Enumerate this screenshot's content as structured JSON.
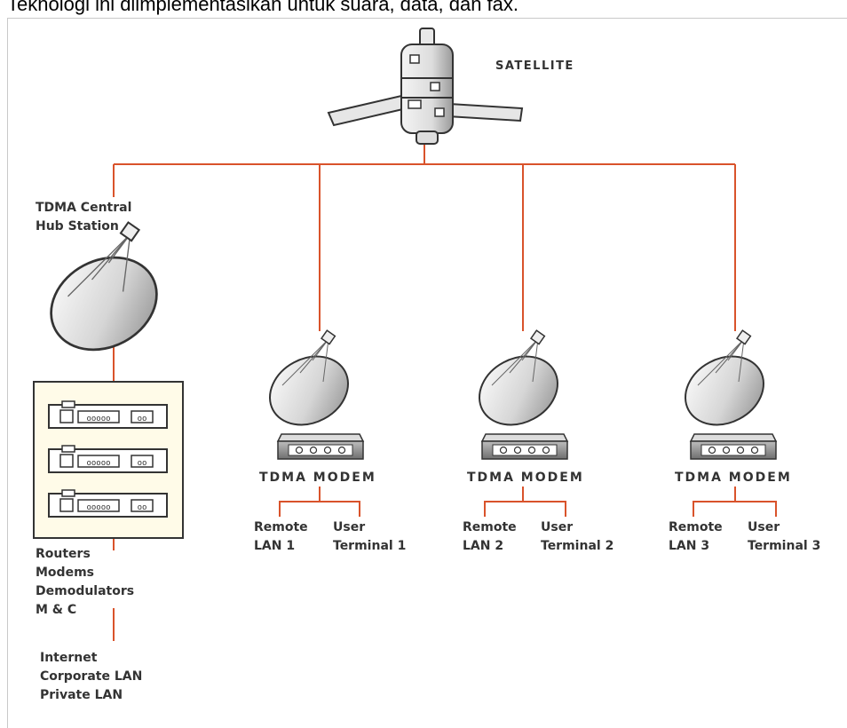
{
  "caption": "Teknologi ini diimplementasikan untuk suara, data, dan fax.",
  "satellite_label": "SATELLITE",
  "hub": {
    "title_line1": "TDMA Central",
    "title_line2": "Hub Station",
    "equipment": [
      "Routers",
      "Modems",
      "Demodulators",
      "M & C"
    ],
    "networks": [
      "Internet",
      "Corporate LAN",
      "Private LAN"
    ]
  },
  "remotes": [
    {
      "modem_label": "TDMA MODEM",
      "lan_line1": "Remote",
      "lan_line2": "LAN 1",
      "term_line1": "User",
      "term_line2": "Terminal 1"
    },
    {
      "modem_label": "TDMA MODEM",
      "lan_line1": "Remote",
      "lan_line2": "LAN 2",
      "term_line1": "User",
      "term_line2": "Terminal 2"
    },
    {
      "modem_label": "TDMA MODEM",
      "lan_line1": "Remote",
      "lan_line2": "LAN 3",
      "term_line1": "User",
      "term_line2": "Terminal 3"
    }
  ],
  "colors": {
    "link_line": "#d9532b",
    "text": "#333333",
    "frame": "#c9c9c9"
  }
}
